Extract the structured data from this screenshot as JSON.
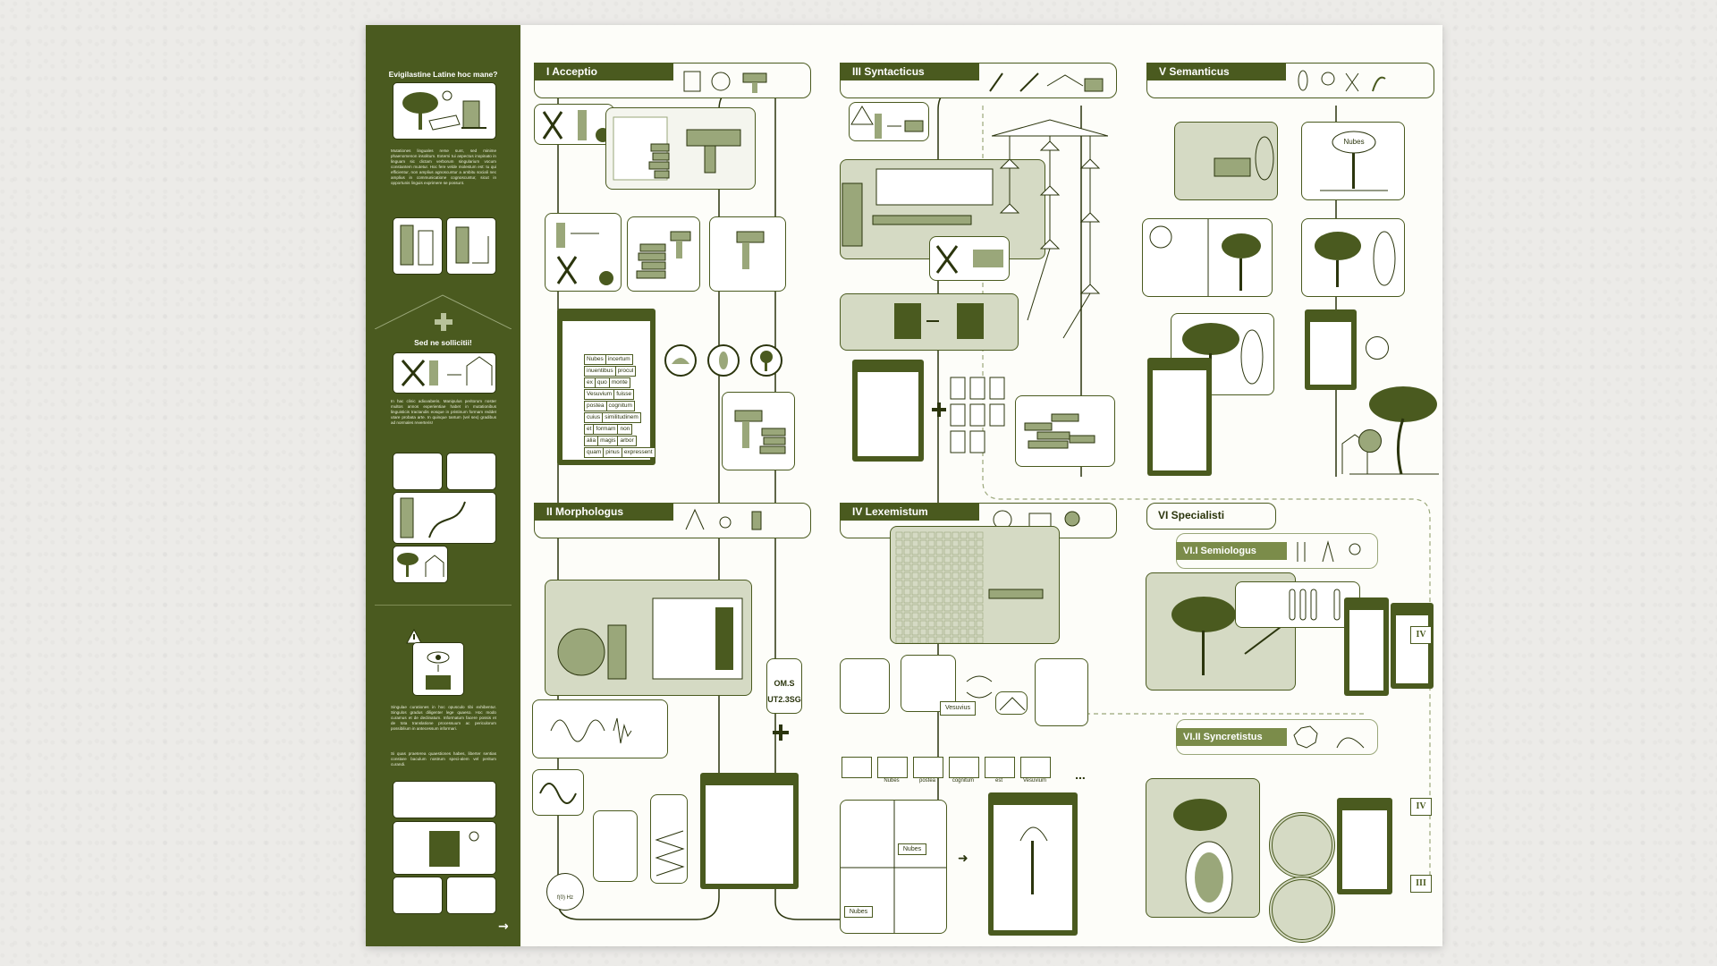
{
  "sidebar": {
    "title": "Evigilastine Latine hoc mane?",
    "para1": "Mutationes linguales rerse sunt, sed minime phaenomenon insolitum. Externi tui aspectus inopinato in linguam sic dictam verborum singularium vocum constantem mutetur. Hoc fere velde molestum est: tu qui efficientur, non amplius agnoscuntur a ambitu sociali nec amplius in communicatione cognoscuntur, sicut in opportunis linguis exprimere se possunt.",
    "plus_title": "Sed ne sollicitii!",
    "para2": "In hac clinic adiuvaberis. Manipulus peritorum noster multos annos experientiae habet in mutationibus linguisticis tractandis eosque in pristinum formam reddet utare probata arte. In quinque tantum (vel sex) gradibus ad normales reverteris!",
    "para3": "Singulae curationes in hoc opusculo tibi exhibentur. Singulos gradus diligenter lege quaeso. Hoc modo curamus et de declinatum. Informatum facere possis et de tota translatione processuum ac periculorum possibilium in antecessum informari.",
    "para4": "Si quas praeterea quaestiones habes, liberter sentias constare baculum nostrum speci-alem vel peritum curandi.",
    "arrow": "→"
  },
  "panels": {
    "p1": "I   Acceptio",
    "p2": "II  Morphologus",
    "p3": "III Syntacticus",
    "p4": "IV Lexemistum",
    "p5": "V  Semanticus",
    "p6": "VI Specialisti",
    "p6a": "VI.I Semiologus",
    "p6b": "VI.II Syncretistus"
  },
  "word_grid": [
    [
      "Nubes",
      "incertum"
    ],
    [
      "inuentibus",
      "procul"
    ],
    [
      "ex",
      "quo",
      "monte"
    ],
    [
      "Vesuvium",
      "fuisse"
    ],
    [
      "postea",
      "cognitum"
    ],
    [
      "cuius",
      "similitudinem"
    ],
    [
      "et",
      "formam",
      "non"
    ],
    [
      "alia",
      "magis",
      "arbor"
    ],
    [
      "quam",
      "pinus",
      "expressent"
    ]
  ],
  "lexemes": [
    "Nubes",
    "postea",
    "cognitum",
    "est",
    "Vesuvium"
  ],
  "labels": {
    "nubes": "Nubes",
    "ellipsis": "...",
    "vesuvius_tag": "Vesuvius",
    "ut_code": "UT2.3SG",
    "om_code": "OM.S",
    "roman_iv": "IV",
    "roman_iii": "III",
    "freq": "f(0) Hz"
  },
  "colors": {
    "primary": "#4a5a1f",
    "light": "#d5dac4",
    "paper": "#fdfdf9"
  }
}
